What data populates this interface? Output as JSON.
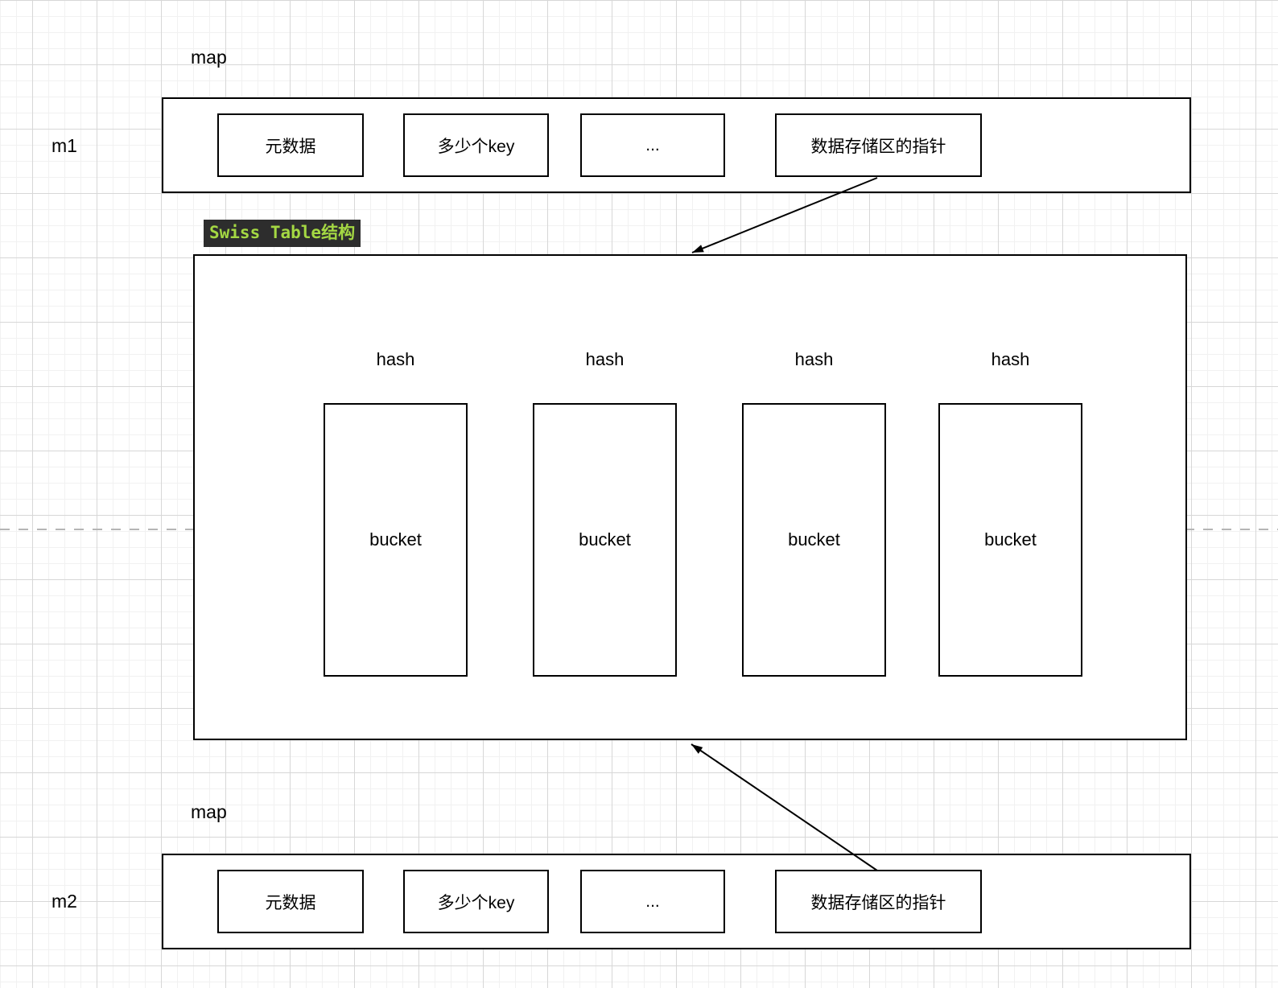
{
  "map1": {
    "title": "map",
    "instance": "m1",
    "cells": [
      "元数据",
      "多少个key",
      "...",
      "数据存储区的指针"
    ]
  },
  "swiss": {
    "badge": "Swiss Table结构",
    "columns": [
      {
        "hash": "hash",
        "bucket": "bucket"
      },
      {
        "hash": "hash",
        "bucket": "bucket"
      },
      {
        "hash": "hash",
        "bucket": "bucket"
      },
      {
        "hash": "hash",
        "bucket": "bucket"
      }
    ]
  },
  "map2": {
    "title": "map",
    "instance": "m2",
    "cells": [
      "元数据",
      "多少个key",
      "...",
      "数据存储区的指针"
    ]
  },
  "colors": {
    "badge_bg": "#2d2d2d",
    "badge_text": "#a4d843",
    "shape_border": "#000000",
    "shape_fill": "#ffffff",
    "page_break": "#b5b5b5"
  }
}
